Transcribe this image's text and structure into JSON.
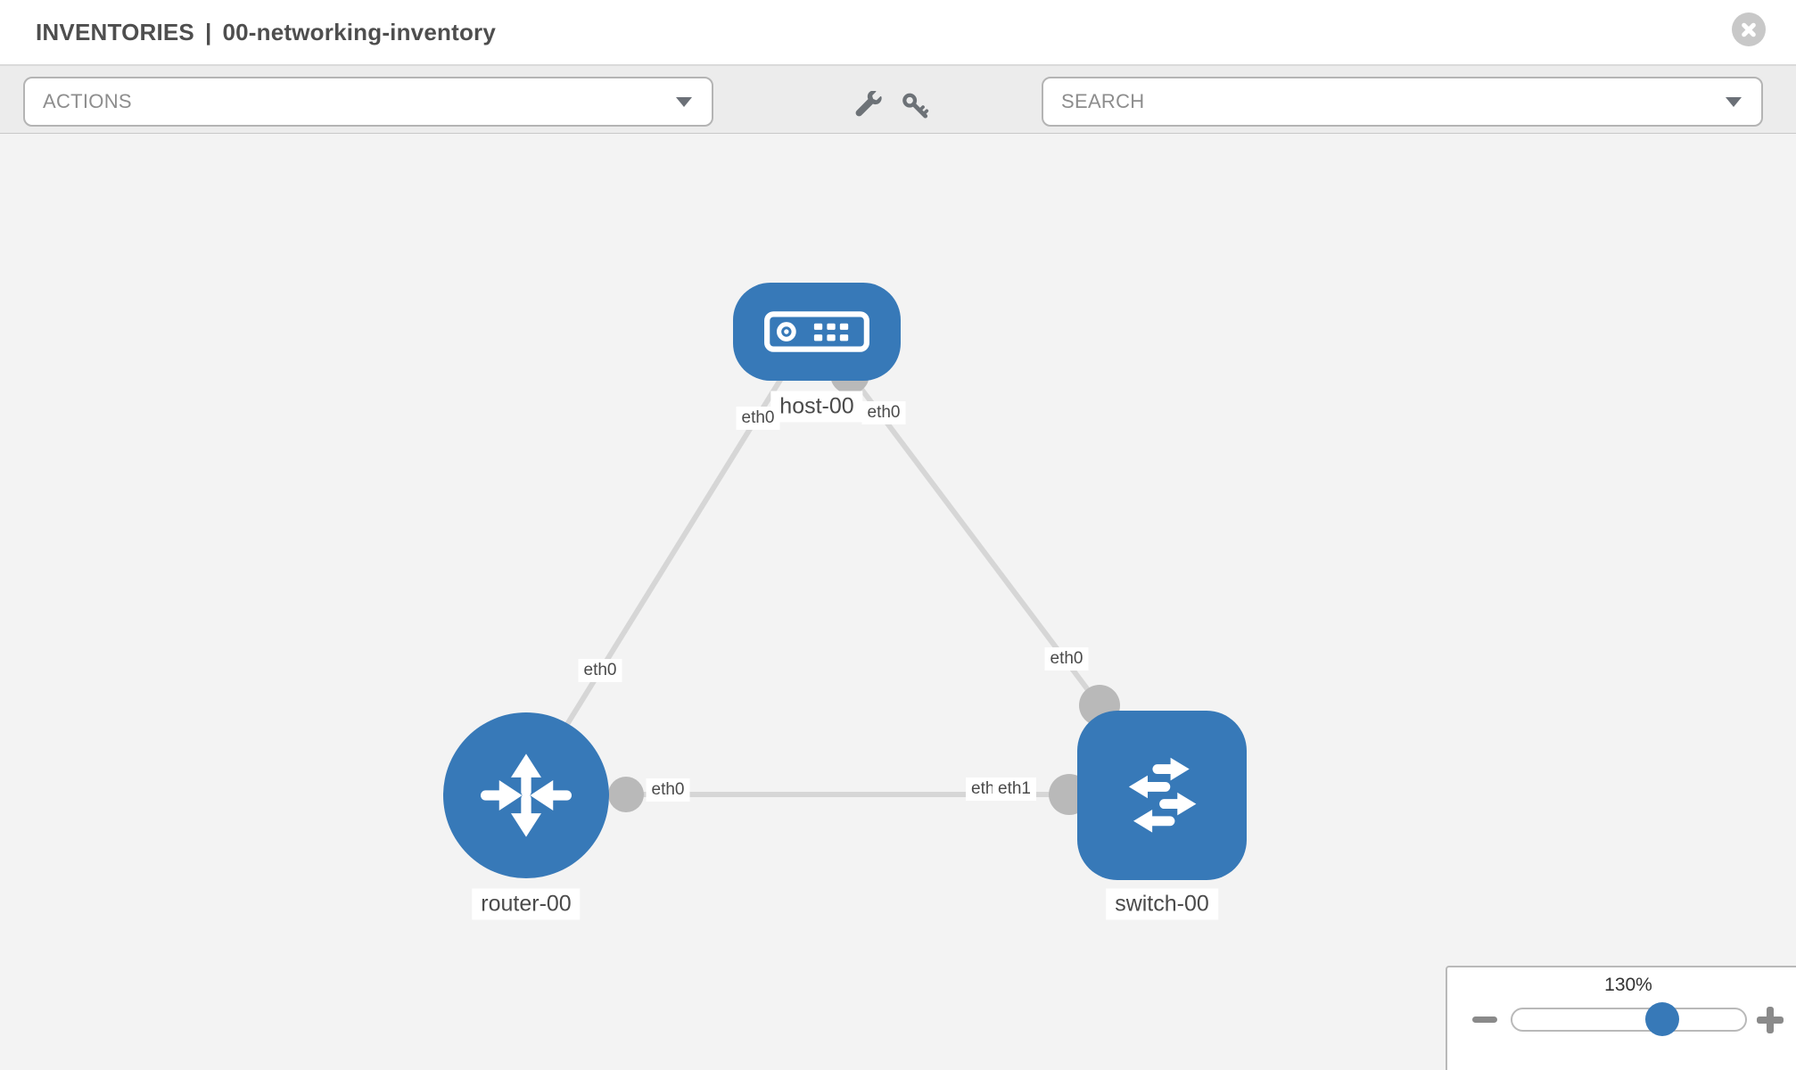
{
  "header": {
    "section": "INVENTORIES",
    "separator": "|",
    "inventory_name": "00-networking-inventory",
    "close_icon": "circle-x-icon"
  },
  "toolbar": {
    "actions_label": "ACTIONS",
    "search_label": "SEARCH",
    "tool_icons": [
      "wrench-icon",
      "key-icon"
    ]
  },
  "canvas": {
    "nodes": [
      {
        "id": "host-00",
        "type": "host",
        "label": "host-00",
        "icon": "server-icon"
      },
      {
        "id": "router-00",
        "type": "router",
        "label": "router-00",
        "icon": "router-arrows-icon"
      },
      {
        "id": "switch-00",
        "type": "switch",
        "label": "switch-00",
        "icon": "switch-arrows-icon"
      }
    ],
    "links": [
      {
        "from": "host-00",
        "to": "router-00",
        "from_interface": "eth0",
        "to_interface": "eth0"
      },
      {
        "from": "host-00",
        "to": "switch-00",
        "from_interface": "eth0",
        "to_interface": "eth0"
      },
      {
        "from": "router-00",
        "to": "switch-00",
        "from_interface": "eth0",
        "to_interface": "eth1"
      }
    ],
    "ifaces": {
      "host_left": "eth0",
      "host_right": "eth0",
      "router_link": "eth0",
      "router_port": "eth0",
      "switch_link": "eth0",
      "switch_back": "eth0",
      "switch_front": "eth1"
    }
  },
  "zoom_control": {
    "level": "130%",
    "minus_icon": "minus-icon",
    "plus_icon": "plus-icon",
    "slider_percent": 65
  },
  "colors": {
    "node_blue": "#3779b8",
    "link_gray": "#d6d6d6",
    "port_gray": "#b9b9b9",
    "toolbar_bg": "#ececec",
    "canvas_bg": "#f3f3f3",
    "header_text": "#4e4e4e",
    "muted_text": "#8d8d8d"
  }
}
